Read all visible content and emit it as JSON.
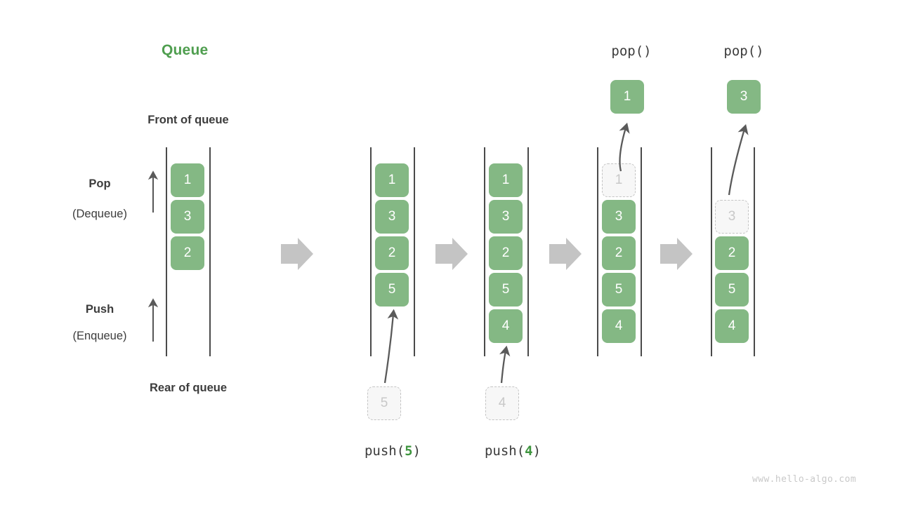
{
  "diagram": {
    "title": "Queue",
    "title_color": "#4f9e4f",
    "cell_color": "#84b884",
    "ghost_color": "#c8c8c8",
    "arrow_color": "#c4c4c4",
    "watermark": "www.hello-algo.com",
    "labels": {
      "front": "Front of queue",
      "rear": "Rear of queue",
      "pop": "Pop",
      "pop_sub": "(Dequeue)",
      "push": "Push",
      "push_sub": "(Enqueue)"
    }
  },
  "stages": [
    {
      "id": "initial",
      "op_prefix": "",
      "op_arg": "",
      "op_suffix": "",
      "cells": [
        "1",
        "3",
        "2"
      ],
      "ghost_index": -1,
      "pending_cell": "",
      "result_cell": ""
    },
    {
      "id": "after-push-5",
      "op_prefix": "push(",
      "op_arg": "5",
      "op_suffix": ")",
      "cells": [
        "1",
        "3",
        "2",
        "5"
      ],
      "ghost_index": -1,
      "pending_cell": "5",
      "result_cell": ""
    },
    {
      "id": "after-push-4",
      "op_prefix": "push(",
      "op_arg": "4",
      "op_suffix": ")",
      "cells": [
        "1",
        "3",
        "2",
        "5",
        "4"
      ],
      "ghost_index": -1,
      "pending_cell": "4",
      "result_cell": ""
    },
    {
      "id": "pop-1",
      "op_prefix": "pop()",
      "op_arg": "",
      "op_suffix": "",
      "cells": [
        "1",
        "3",
        "2",
        "5",
        "4"
      ],
      "ghost_index": 0,
      "pending_cell": "",
      "result_cell": "1"
    },
    {
      "id": "pop-3",
      "op_prefix": "pop()",
      "op_arg": "",
      "op_suffix": "",
      "cells": [
        "3",
        "2",
        "5",
        "4"
      ],
      "ghost_index": 0,
      "pending_cell": "",
      "result_cell": "3"
    }
  ],
  "flow_arrows": 4
}
